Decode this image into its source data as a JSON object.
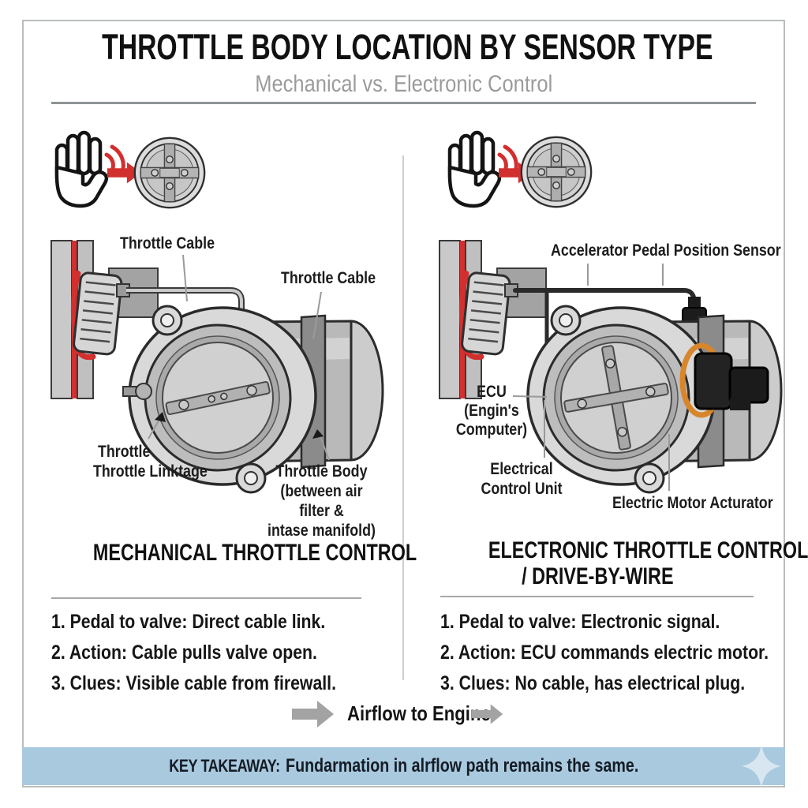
{
  "header": {
    "title": "THROTTLE BODY LOCATION BY SENSOR TYPE",
    "subtitle": "Mechanical vs. Electronic Control"
  },
  "left": {
    "labels": {
      "cable_top": "Throttle Cable",
      "cable_mid": "Throttle Cable",
      "linkage_l1": "Throttle",
      "linkage_l2": "Throttle Linktage",
      "body_l1": "Throttle Body",
      "body_l2": "(between air filter &",
      "body_l3": "intase manifold)"
    },
    "heading": "MECHANICAL THROTTLE CONTROL",
    "items": [
      "1. Pedal to valve: Direct cable link.",
      "2. Action: Cable pulls valve open.",
      "3. Clues: Visible cable from firewall."
    ]
  },
  "right": {
    "labels": {
      "pedal_sensor": "Accelerator Pedal Position Sensor",
      "ecu_l1": "ECU",
      "ecu_l2": "(Engin's",
      "ecu_l3": "Computer)",
      "unit_l1": "Electrical",
      "unit_l2": "Control Unit",
      "actuator": "Electric Motor Acturator"
    },
    "heading_l1": "ELECTRONIC THROTTLE CONTROL (ETC)",
    "heading_l2": "/ DRIVE-BY-WIRE",
    "items": [
      "1. Pedal to valve: Electronic signal.",
      "2. Action: ECU commands electric motor.",
      "3. Clues: No cable, has electrical plug."
    ]
  },
  "footer": {
    "airflow_label": "Airflow to Engine",
    "takeaway_prefix": "KEY TAKEAWAY:",
    "takeaway_text": "Fundarmation in alrflow path remains the same."
  },
  "icons": {
    "hand": "hand-press-icon",
    "signal": "signal-waves-icon",
    "arrow": "arrow-right-icon",
    "throttle_front": "throttle-valve-front-icon",
    "sparkle": "sparkle-diamond-icon"
  },
  "colors": {
    "accent_red": "#d22f2f",
    "takeaway_bar": "#a9c9de",
    "subtitle_gray": "#9b9b9b",
    "arrow_gray": "#a3a3a3",
    "leader_gray": "#9a9a9a",
    "connector_orange": "#d8862c"
  }
}
